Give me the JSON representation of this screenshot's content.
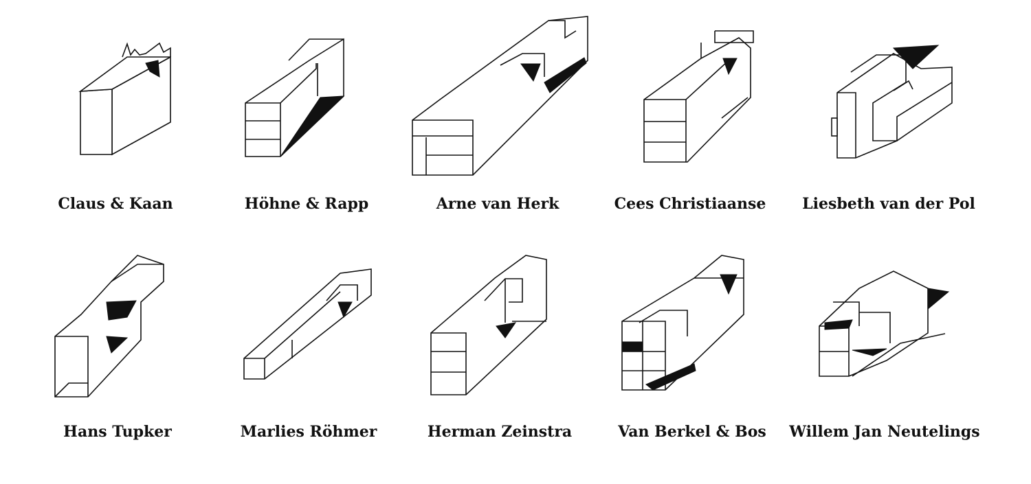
{
  "labels": [
    "Claus & Kaan",
    "Höhne & Rapp",
    "Arne van Herk",
    "Cees Christiaanse",
    "Liesbeth van der Pol",
    "Hans Tupker",
    "Marlies Röhmer",
    "Herman Zeinstra",
    "Van Berkel & Bos",
    "Willem Jan Neutelings"
  ]
}
